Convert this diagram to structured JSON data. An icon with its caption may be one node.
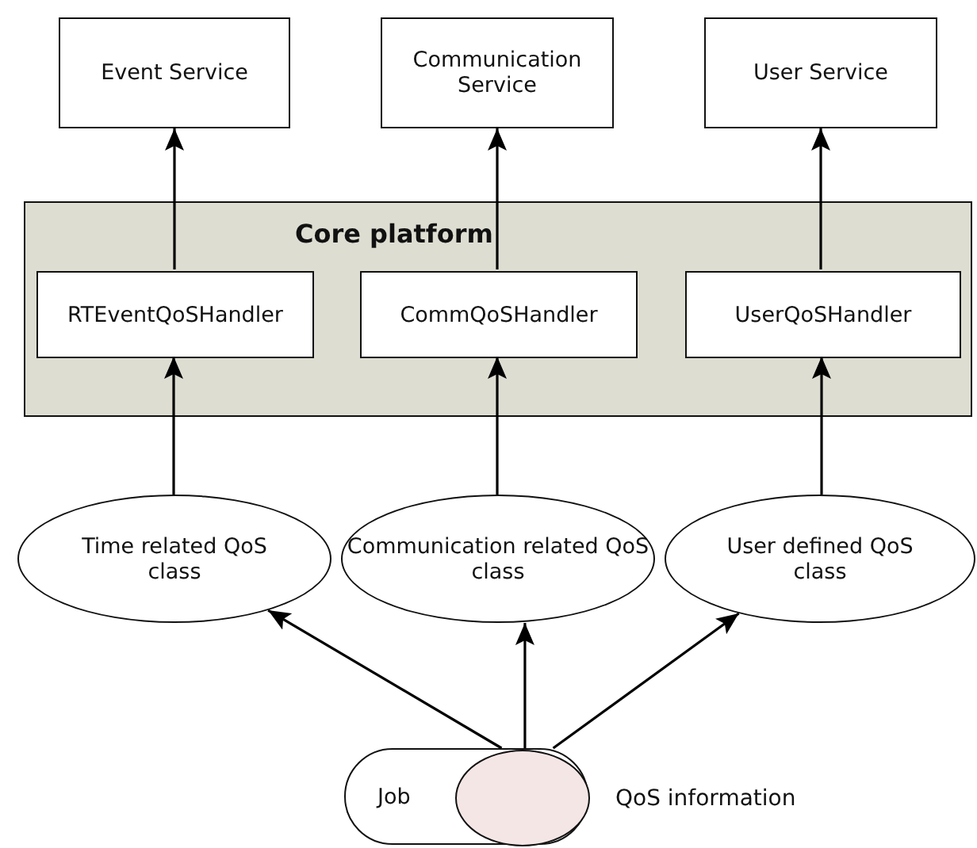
{
  "diagram": {
    "nodes": [
      {
        "text": [
          "Event Service"
        ]
      },
      {
        "text": [
          "Communication Service"
        ]
      },
      {
        "text": [
          "User Service"
        ]
      },
      {
        "text": [
          "Core platform"
        ]
      },
      {
        "text": [
          "RTEventQoSHandler"
        ],
        "in": 3
      },
      {
        "text": [
          "CommQoSHandler"
        ],
        "in": 3
      },
      {
        "text": [
          "UserQoSHandler"
        ],
        "in": 3
      },
      {
        "text": [
          "Time related QoS class"
        ]
      },
      {
        "text": [
          "Communication related QoS class"
        ]
      },
      {
        "text": [
          "User defined QoS class"
        ]
      },
      {
        "text": [
          "Job"
        ]
      },
      {
        "text": [],
        "shape": "circle",
        "beside": [
          "QoS information"
        ],
        "in": 10
      }
    ],
    "edges": [
      {
        "from": 4,
        "to": 0,
        "arrow": "to"
      },
      {
        "from": 5,
        "to": 1,
        "arrow": "to"
      },
      {
        "from": 6,
        "to": 2,
        "arrow": "to"
      },
      {
        "from": 7,
        "to": 4,
        "arrow": "to"
      },
      {
        "from": 8,
        "to": 5,
        "arrow": "to"
      },
      {
        "from": 9,
        "to": 6,
        "arrow": "to"
      },
      {
        "from": 10,
        "to": 7,
        "arrow": "to"
      },
      {
        "from": 10,
        "to": 8,
        "arrow": "to"
      },
      {
        "from": 10,
        "to": 9,
        "arrow": "to"
      }
    ]
  }
}
